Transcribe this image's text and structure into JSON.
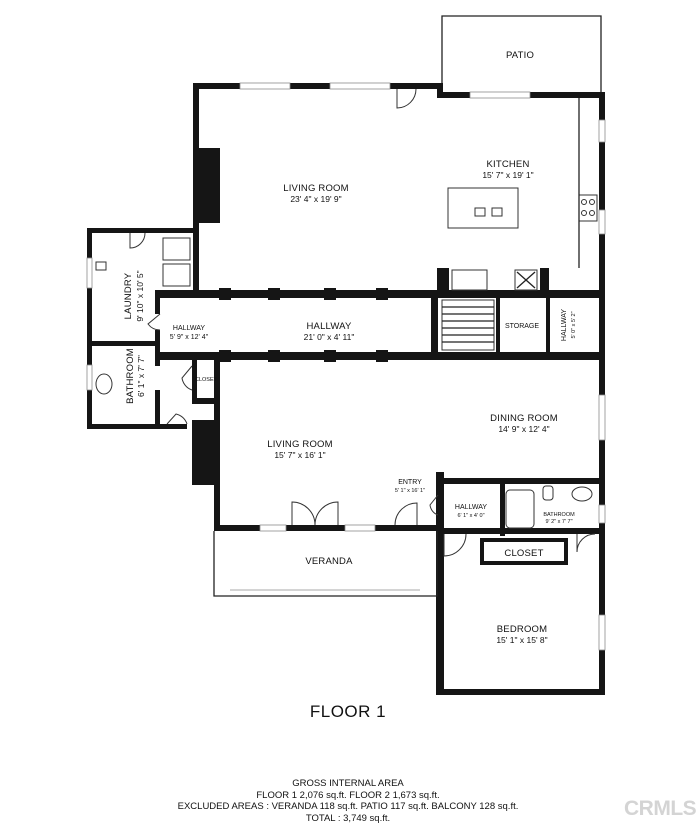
{
  "rooms": {
    "patio": {
      "name": "PATIO"
    },
    "kitchen": {
      "name": "KITCHEN",
      "dims": "15' 7\" x 19' 1\""
    },
    "living_room_upper": {
      "name": "LIVING ROOM",
      "dims": "23' 4\" x 19' 9\""
    },
    "laundry": {
      "name": "LAUNDRY",
      "dims": "9' 10\" x 10' 5\""
    },
    "hallway_small": {
      "name": "HALLWAY",
      "dims": "5' 9\" x 12' 4\""
    },
    "hallway_main": {
      "name": "HALLWAY",
      "dims": "21' 0\" x 4' 11\""
    },
    "storage": {
      "name": "STORAGE"
    },
    "hallway_right": {
      "name": "HALLWAY",
      "dims": "5' 0\" x 5' 2\""
    },
    "bathroom_left": {
      "name": "BATHROOM",
      "dims": "6' 1\" x 7' 7\""
    },
    "closet_small": {
      "name": "CLOSET"
    },
    "living_room_lower": {
      "name": "LIVING ROOM",
      "dims": "15' 7\" x 16' 1\""
    },
    "dining_room": {
      "name": "DINING ROOM",
      "dims": "14' 9\" x 12' 4\""
    },
    "entry": {
      "name": "ENTRY",
      "dims": "5' 1\" x 16' 1\""
    },
    "hallway_entry": {
      "name": "HALLWAY",
      "dims": "6' 1\" x 4' 0\""
    },
    "bathroom_right": {
      "name": "BATHROOM",
      "dims": "9' 2\" x 7' 7\""
    },
    "closet_bed": {
      "name": "CLOSET"
    },
    "veranda": {
      "name": "VERANDA"
    },
    "bedroom": {
      "name": "BEDROOM",
      "dims": "15' 1\" x 15' 8\""
    }
  },
  "floor_title": "FLOOR 1",
  "gross_area": {
    "heading": "GROSS INTERNAL AREA",
    "floors": "FLOOR 1 2,076 sq.ft.   FLOOR 2 1,673 sq.ft.",
    "excluded": "EXCLUDED AREAS :  VERANDA 118 sq.ft.   PATIO 117 sq.ft.   BALCONY 128 sq.ft.",
    "total": "TOTAL :  3,749 sq.ft."
  },
  "watermark": "CRMLS"
}
